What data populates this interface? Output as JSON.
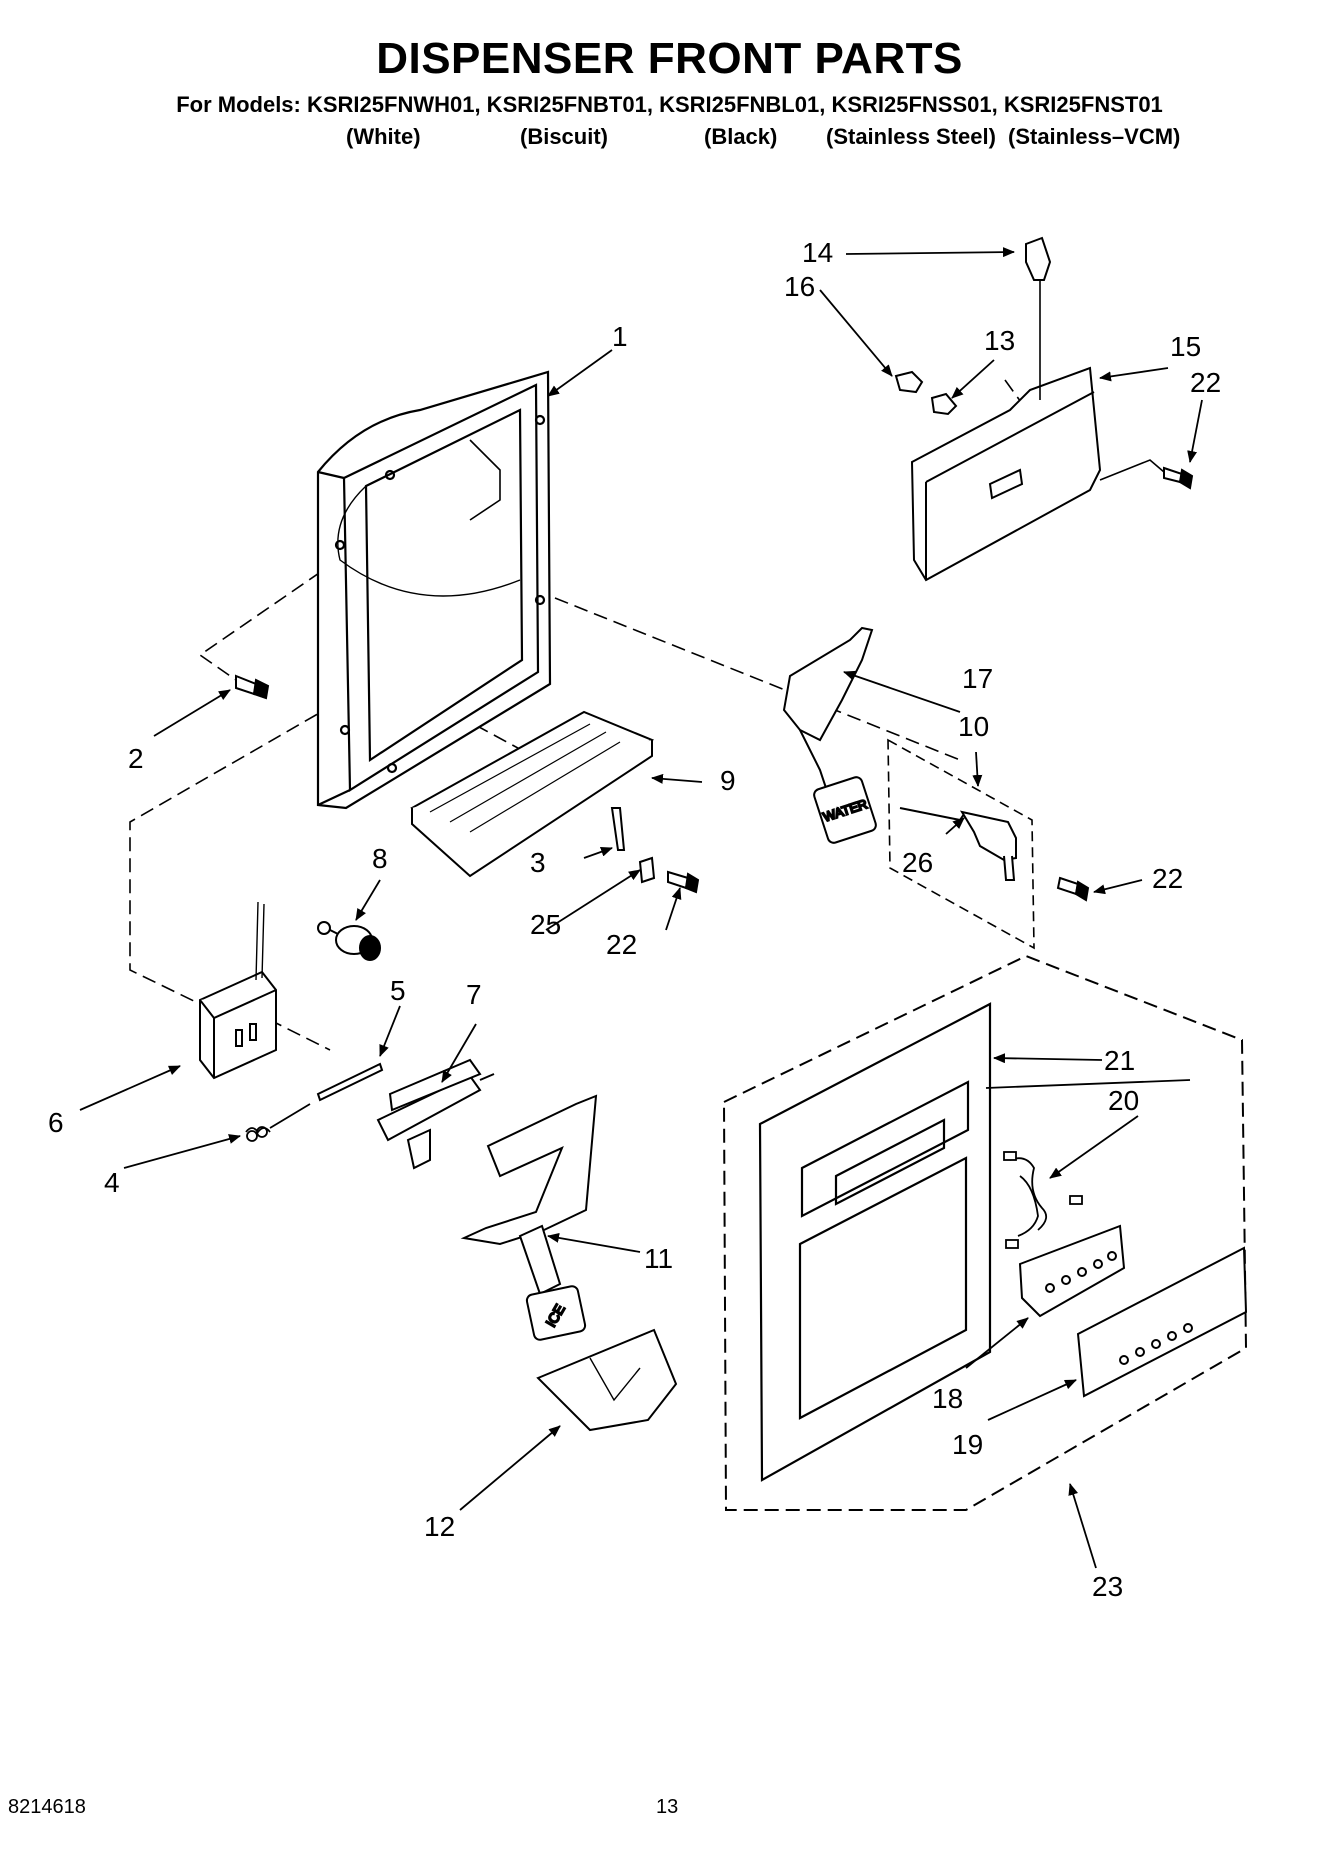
{
  "header": {
    "title": "DISPENSER FRONT PARTS",
    "models": "For Models: KSRI25FNWH01, KSRI25FNBT01, KSRI25FNBL01, KSRI25FNSS01, KSRI25FNST01",
    "variants": [
      "(White)",
      "(Biscuit)",
      "(Black)",
      "(Stainless Steel)",
      "(Stainless–VCM)"
    ]
  },
  "callouts": {
    "c1": "1",
    "c2": "2",
    "c3": "3",
    "c4": "4",
    "c5": "5",
    "c6": "6",
    "c7": "7",
    "c8": "8",
    "c9": "9",
    "c10": "10",
    "c11": "11",
    "c12": "12",
    "c13": "13",
    "c14": "14",
    "c15": "15",
    "c16": "16",
    "c17": "17",
    "c18": "18",
    "c19": "19",
    "c20": "20",
    "c21": "21",
    "c22a": "22",
    "c22b": "22",
    "c22c": "22",
    "c23": "23",
    "c25": "25",
    "c26": "26"
  },
  "part_labels": {
    "water": "WATER",
    "ice": "ICE"
  },
  "footer": {
    "doc_number": "8214618",
    "page_number": "13"
  }
}
